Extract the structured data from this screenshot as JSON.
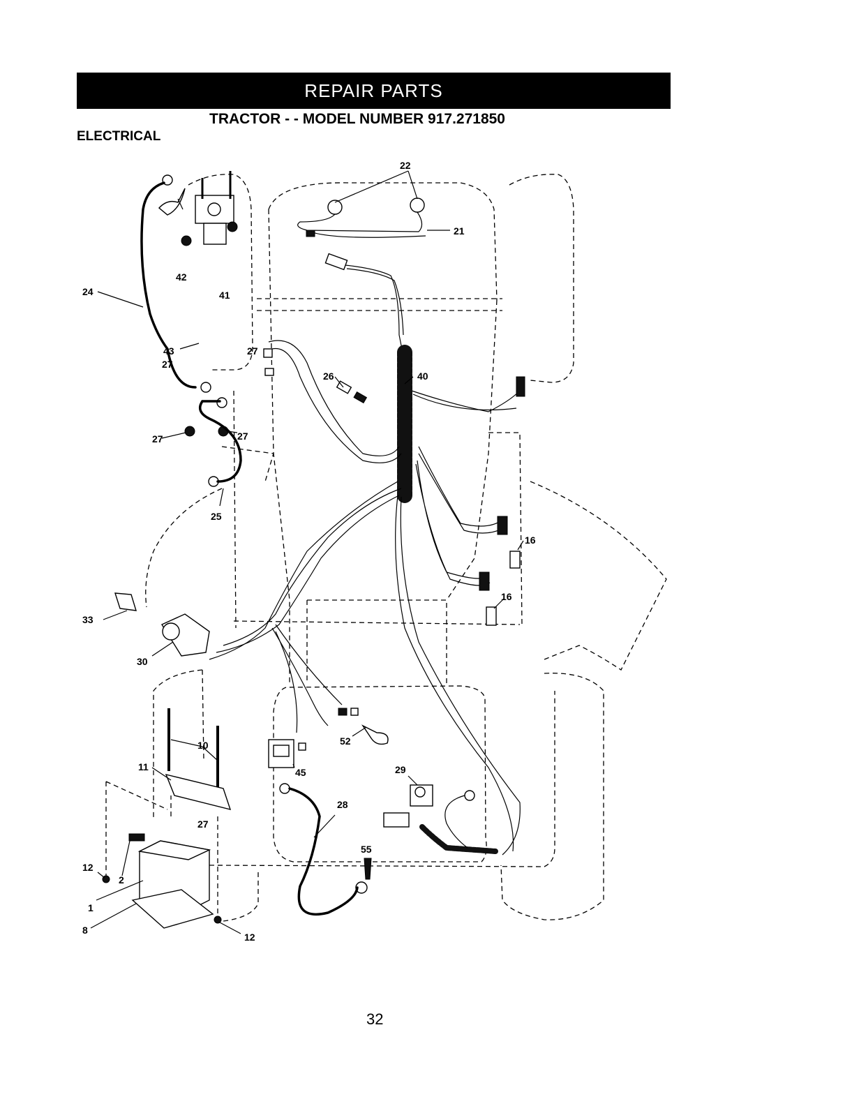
{
  "header": {
    "banner": "REPAIR PARTS",
    "subtitle": "TRACTOR - - MODEL NUMBER 917.271850",
    "section": "ELECTRICAL"
  },
  "callouts": {
    "c22": "22",
    "c21": "21",
    "c24": "24",
    "c42": "42",
    "c41": "41",
    "c43": "43",
    "c27a": "27",
    "c27b": "27",
    "c27c": "27",
    "c27d": "27",
    "c26": "26",
    "c40": "40",
    "c25": "25",
    "c16a": "16",
    "c16b": "16",
    "c33": "33",
    "c30": "30",
    "c10": "10",
    "c11": "11",
    "c52": "52",
    "c45": "45",
    "c29": "29",
    "c28": "28",
    "c27e": "27",
    "c55": "55",
    "c12a": "12",
    "c2": "2",
    "c1": "1",
    "c8": "8",
    "c12b": "12"
  },
  "footer": {
    "page_number": "32"
  }
}
